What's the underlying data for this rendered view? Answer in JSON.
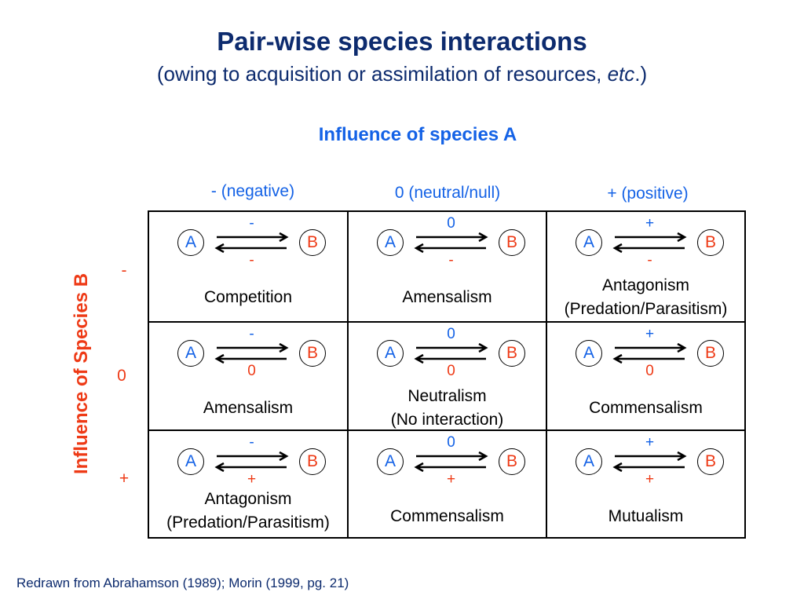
{
  "title": "Pair-wise species interactions",
  "subtitle_main": "(owing to acquisition or assimilation of resources, ",
  "subtitle_italic": "etc",
  "subtitle_end": ".)",
  "influence_a_label": "Influence of species A",
  "influence_b_label": "Influence of Species B",
  "columns": [
    "- (negative)",
    "0 (neutral/null)",
    "+ (positive)"
  ],
  "rows": [
    "-",
    "0",
    "+"
  ],
  "species_a": "A",
  "species_b": "B",
  "cells": [
    [
      {
        "top": "-",
        "bottom": "-",
        "name": "Competition"
      },
      {
        "top": "0",
        "bottom": "-",
        "name": "Amensalism"
      },
      {
        "top": "+",
        "bottom": "-",
        "name": "Antagonism\n(Predation/Parasitism)"
      }
    ],
    [
      {
        "top": "-",
        "bottom": "0",
        "name": "Amensalism"
      },
      {
        "top": "0",
        "bottom": "0",
        "name": "Neutralism\n(No interaction)"
      },
      {
        "top": "+",
        "bottom": "0",
        "name": "Commensalism"
      }
    ],
    [
      {
        "top": "-",
        "bottom": "+",
        "name": "Antagonism\n(Predation/Parasitism)"
      },
      {
        "top": "0",
        "bottom": "+",
        "name": "Commensalism"
      },
      {
        "top": "+",
        "bottom": "+",
        "name": "Mutualism"
      }
    ]
  ],
  "footer": "Redrawn from Abrahamson (1989); Morin (1999, pg. 21)",
  "colors": {
    "title": "#0d2b6e",
    "species_a": "#1462e6",
    "species_b": "#ee3a16"
  }
}
